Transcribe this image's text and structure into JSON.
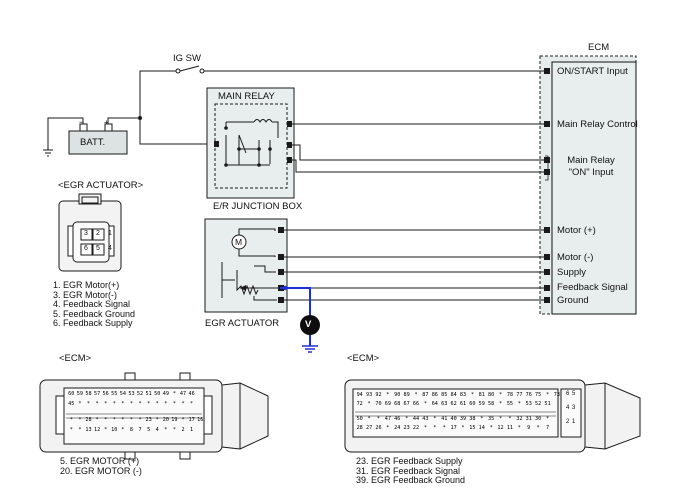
{
  "labels": {
    "ig_sw": "IG SW",
    "ecm_title": "ECM",
    "batt": "BATT.",
    "batt_plus": "+",
    "batt_minus": "−",
    "main_relay": "MAIN RELAY",
    "junction_box": "E/R JUNCTION BOX",
    "egr_actuator_heading": "<EGR ACTUATOR>",
    "egr_actuator_caption": "EGR ACTUATOR",
    "motor_symbol": "M",
    "voltmeter_symbol": "V",
    "ecm_left_heading": "<ECM>",
    "ecm_right_heading": "<ECM>"
  },
  "ecm_terminals": [
    "ON/START Input",
    "Main Relay Control",
    "Main Relay \"ON\" Input",
    "Motor (+)",
    "Motor (-)",
    "Supply",
    "Feedback Signal",
    "Ground"
  ],
  "actuator_pins": [
    "1. EGR Motor(+)",
    "3. EGR Motor(-)",
    "4. Feedback Signal",
    "5. Feedback Ground",
    "6. Feedback Supply"
  ],
  "actuator_connector_numbers": [
    "3",
    "2",
    "1",
    "6",
    "5",
    "4"
  ],
  "ecm_left_pins": [
    "5. EGR MOTOR (+)",
    "20. EGR MOTOR (-)"
  ],
  "ecm_right_pins": [
    "23. EGR Feedback Supply",
    "31. EGR Feedback Signal",
    "39. EGR Feedback Ground"
  ],
  "ecm_left_connector_rows": [
    [
      "60",
      "59",
      "58",
      "57",
      "56",
      "55",
      "54",
      "53",
      "52",
      "51",
      "50",
      "49",
      "*",
      "47",
      "46"
    ],
    [
      "45",
      "*",
      "*",
      "*",
      "*",
      "*",
      "*",
      "*",
      "*",
      "*",
      "*",
      "*",
      "*",
      "*",
      "*"
    ],
    [
      "*",
      "*",
      "28",
      "*",
      "*",
      "*",
      "*",
      "*",
      "*",
      "23",
      "*",
      "20",
      "19",
      "*",
      "17",
      "16"
    ],
    [
      "*",
      "*",
      "13",
      "12",
      "*",
      "10",
      "*",
      "8",
      "7",
      "5",
      "4",
      "*",
      "*",
      "2",
      "1"
    ]
  ],
  "ecm_right_connector_rows": [
    [
      "94",
      "93",
      "92",
      "*",
      "90",
      "89",
      "*",
      "87",
      "86",
      "85",
      "84",
      "83",
      "*",
      "81",
      "80",
      "*",
      "78",
      "77",
      "76",
      "75",
      "*",
      "73"
    ],
    [
      "72",
      "*",
      "70",
      "69",
      "68",
      "67",
      "66",
      "*",
      "64",
      "63",
      "62",
      "61",
      "60",
      "59",
      "58",
      "*",
      "55",
      "*",
      "53",
      "52",
      "51"
    ],
    [
      "50",
      "*",
      "*",
      "47",
      "46",
      "*",
      "44",
      "43",
      "*",
      "41",
      "40",
      "39",
      "38",
      "*",
      "35",
      "*",
      "*",
      "32",
      "31",
      "30",
      "*"
    ],
    [
      "28",
      "27",
      "26",
      "*",
      "24",
      "23",
      "22",
      "*",
      "*",
      "*",
      "17",
      "*",
      "15",
      "14",
      "*",
      "12",
      "11",
      "*",
      "9",
      "*",
      "7"
    ]
  ],
  "ecm_right_side_pins": [
    "6",
    "5",
    "4",
    "3",
    "2",
    "1"
  ],
  "colors": {
    "line": "#1a1a1a",
    "ecm_fill": "#e6ebeb",
    "box_fill": "#e8eded",
    "signal_wire": "#1f2fd6"
  }
}
